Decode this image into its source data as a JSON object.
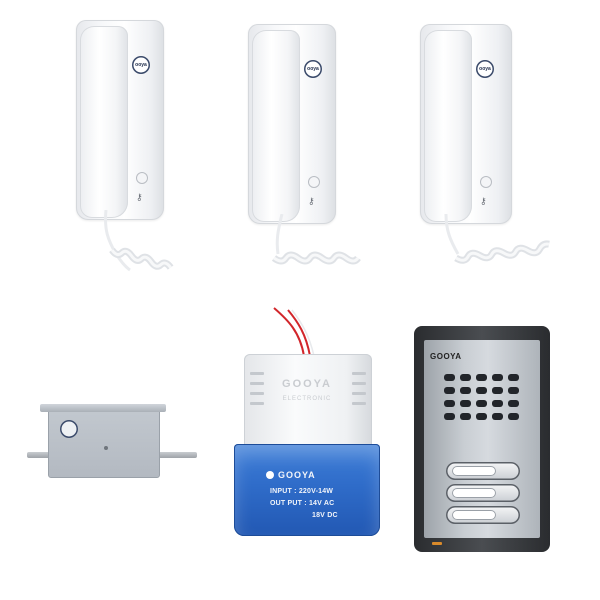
{
  "handsets": [
    {
      "logo": "ooya",
      "button_icon": "key-icon"
    },
    {
      "logo": "ooya",
      "button_icon": "key-icon"
    },
    {
      "logo": "ooya",
      "button_icon": "key-icon"
    }
  ],
  "power_supply": {
    "brand": "GOOYA",
    "embossed_text": "ELECTRONIC",
    "label_brand": "GOOYA",
    "input": "INPUT : 220V-14W",
    "output": "OUT PUT : 14V AC",
    "output_dc": "18V DC"
  },
  "door_panel": {
    "brand": "GOOYA",
    "button_count": 3
  },
  "colors": {
    "psu_blue": "#2f6cc9",
    "wire_red": "#d2262b",
    "panel_frame": "#2a2c2f",
    "led_amber": "#d98a2b"
  }
}
